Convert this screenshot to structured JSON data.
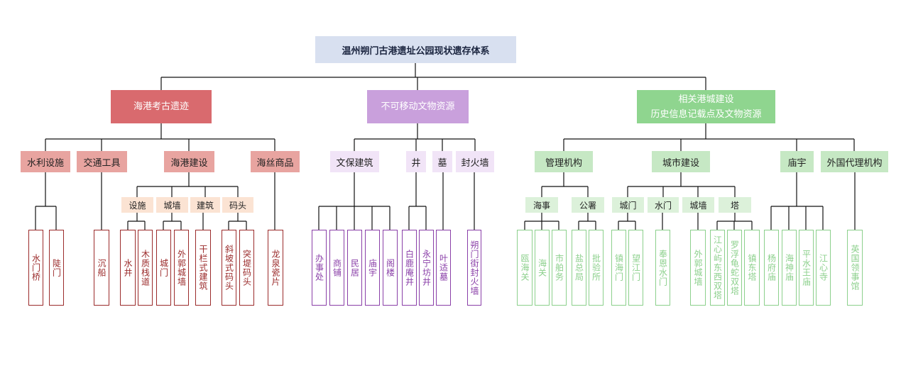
{
  "title": "温州朔门古港遗址公园现状遗存体系",
  "categories": {
    "harbor": "海港考古遗迹",
    "immovable": "不可移动文物资源",
    "city_line1": "相关港城建设",
    "city_line2": "历史信息记载点及文物资源"
  },
  "harbor": {
    "water": "水利设施",
    "transport": "交通工具",
    "port": "海港建设",
    "silk": "海丝商品",
    "port_sub": {
      "facility": "设施",
      "wall": "城墙",
      "building": "建筑",
      "pier": "码头"
    },
    "leaves": {
      "bridge": "水门桥",
      "dou_gate": "陡门",
      "wreck": "沉船",
      "well": "水井",
      "plank": "木质栈道",
      "city_gate": "城门",
      "outer_wall": "外郭城墙",
      "stilt": "干栏式建筑",
      "slope_pier": "斜坡式码头",
      "dyke_pier": "突堤码头",
      "celadon": "龙泉瓷片"
    }
  },
  "immovable": {
    "cultural": "文保建筑",
    "well": "井",
    "tomb": "墓",
    "fire_wall": "封火墙",
    "leaves": {
      "office": "办事处",
      "shop": "商铺",
      "house": "民居",
      "temple": "庙宇",
      "pavilion": "阁楼",
      "bailu": "白鹿庵井",
      "yongning": "永宁坊井",
      "yeshi": "叶适墓",
      "shuomen": "朔门街封火墙"
    }
  },
  "city": {
    "admin": "管理机构",
    "construction": "城市建设",
    "temple": "庙宇",
    "consulate": "外国代理机构",
    "admin_sub": {
      "maritime": "海事",
      "office": "公署"
    },
    "construction_sub": {
      "gate": "城门",
      "water_gate": "水门",
      "wall": "城墙",
      "tower": "塔"
    },
    "leaves": {
      "ou_customs": "瓯海关",
      "customs": "海关",
      "shipping": "市舶务",
      "salt": "盐总局",
      "inspection": "批验所",
      "zhenhai": "镇海门",
      "wangjiang": "望江门",
      "fengen": "奉恩水门",
      "outer_wall": "外郭城墙",
      "jiangxinyu": "江心屿东西双塔",
      "luofu": "罗浮龟蛇双塔",
      "zhendong": "镇东塔",
      "yangfu": "杨府庙",
      "haishen": "海神庙",
      "pingshui": "平水王庙",
      "jiangxin": "江心寺",
      "british": "英国领事馆"
    }
  }
}
